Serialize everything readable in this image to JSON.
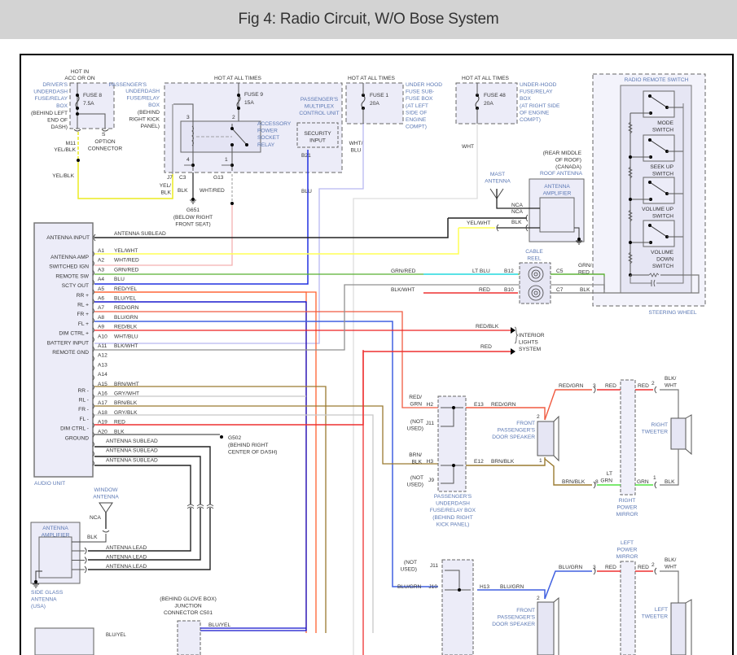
{
  "title": "Fig 4: Radio Circuit, W/O Bose System",
  "colors": {
    "title_bar_bg": "#d3d3d3",
    "component_fill": "#ececf8",
    "label_blue": "#5b78b4",
    "wire_YEL_BLK": "#ecec20",
    "wire_YEL_WHT": "#ffff55",
    "wire_WHT_RED": "#f4b0b0",
    "wire_GRN_RED": "#58b030",
    "wire_BLU": "#2030e0",
    "wire_RED_YEL": "#ff6030",
    "wire_BLU_YEL": "#1010cc",
    "wire_RED_GRN": "#f05a40",
    "wire_BLU_GRN": "#4060e0",
    "wire_RED_BLK": "#ee2020",
    "wire_WHT_BLU": "#b8b8f0",
    "wire_BLK_WHT": "#909090",
    "wire_BRN": "#9a7a30",
    "wire_GRY": "#c8c8c8",
    "wire_RED": "#ee3030",
    "wire_BLK": "#111111",
    "wire_LT_BLU": "#30e0f0",
    "wire_LT_GRN": "#50e040",
    "wire_WHT": "#dddddd"
  },
  "fuse_boxes": {
    "drivers": {
      "hot": "HOT IN ACC OR ON",
      "label": [
        "DRIVER'S",
        "UNDERDASH",
        "FUSE/RELAY",
        "BOX"
      ],
      "location": [
        "(BEHIND LEFT",
        "END OF",
        "DASH)"
      ],
      "fuse": "FUSE 8",
      "rating": "7.5A",
      "connector": "M11",
      "wire": "YEL/BLK",
      "wire2": "YEL/BLK",
      "option_pin": "S",
      "option_label": [
        "OPTION",
        "CONNECTOR"
      ]
    },
    "passengers": {
      "hot": "HOT AT ALL TIMES",
      "label": [
        "PASSENGER'S",
        "UNDERDASH",
        "FUSE/RELAY",
        "BOX"
      ],
      "location": [
        "(BEHIND",
        "RIGHT KICK",
        "PANEL)"
      ],
      "fuse": "FUSE 9",
      "rating": "15A",
      "relay": [
        "ACCESSORY",
        "POWER",
        "SOCKET",
        "RELAY"
      ],
      "pins": [
        "3",
        "2",
        "4",
        "1"
      ],
      "c_j7": "J7",
      "c_c3": "C3",
      "c_g13": "G13",
      "w_yelblk": [
        "YEL/",
        "BLK"
      ],
      "w_blk": "BLK",
      "w_whtred": "WHT/RED",
      "ground": "G651",
      "ground_loc": [
        "(BELOW RIGHT",
        "FRONT SEAT)"
      ],
      "mpcs": [
        "PASSENGER'S",
        "MULTIPLEX",
        "CONTROL UNIT"
      ],
      "security": [
        "SECURITY",
        "INPUT"
      ],
      "b21": "B21",
      "blu": "BLU"
    },
    "underhood_sub": {
      "hot": "HOT AT ALL TIMES",
      "fuse": "FUSE 1",
      "rating": "20A",
      "label": [
        "UNDER HOOD",
        "FUSE SUB-",
        "FUSE BOX",
        "(AT LEFT",
        "SIDE OF",
        "ENGINE",
        "COMPT)"
      ],
      "wire": [
        "WHT/",
        "BLU"
      ]
    },
    "underhood": {
      "hot": "HOT AT ALL TIMES",
      "fuse": "FUSE 48",
      "rating": "20A",
      "label": [
        "UNDER-HOOD",
        "FUSE/RELAY",
        "BOX",
        "(AT RIGHT SIDE",
        "OF ENGINE",
        "COMPT)"
      ],
      "wire": "WHT"
    }
  },
  "roof_antenna": {
    "location": [
      "(REAR MIDDLE",
      "OF ROOF)",
      "(CANADA)"
    ],
    "title": "ROOF ANTENNA",
    "amp": [
      "ANTENNA",
      "AMPLIFIER"
    ],
    "mast": [
      "MAST",
      "ANTENNA"
    ],
    "nca1": "NCA",
    "nca2": "NCA",
    "blk": "BLK",
    "yelwht": "YEL/WHT"
  },
  "remote_switch": {
    "title": "RADIO REMOTE SWITCH",
    "switches": [
      [
        "MODE",
        "SWITCH"
      ],
      [
        "SEEK UP",
        "SWITCH"
      ],
      [
        "VOLUME UP",
        "SWITCH"
      ],
      [
        "VOLUME",
        "DOWN",
        "SWITCH"
      ]
    ],
    "enclosure": "STEERING WHEEL"
  },
  "audio_unit": {
    "label": "AUDIO UNIT",
    "antenna_input": "ANTENNA INPUT",
    "antenna_sublead": "ANTENNA SUBLEAD",
    "functions": [
      "ANTENNA AMP",
      "SWITCHED IGN",
      "REMOTE SW",
      "SCTY OUT",
      "RR +",
      "RL +",
      "FR +",
      "FL +",
      "DIM CTRL +",
      "BATTERY INPUT",
      "REMOTE GND",
      "",
      "",
      "",
      "RR -",
      "RL -",
      "FR -",
      "FL -",
      "DIM CTRL -",
      "GROUND"
    ],
    "pins": [
      "A1",
      "A2",
      "A3",
      "A4",
      "A5",
      "A6",
      "A7",
      "A8",
      "A9",
      "A10",
      "A11",
      "A12",
      "A13",
      "A14",
      "A15",
      "A16",
      "A17",
      "A18",
      "A19",
      "A20"
    ],
    "wires": [
      "YEL/WHT",
      "WHT/RED",
      "GRN/RED",
      "BLU",
      "RED/YEL",
      "BLU/YEL",
      "RED/GRN",
      "BLU/GRN",
      "RED/BLK",
      "WHT/BLU",
      "BLK/WHT",
      "",
      "",
      "",
      "BRN/WHT",
      "GRY/WHT",
      "BRN/BLK",
      "GRY/BLK",
      "RED",
      "BLK"
    ],
    "subleads": [
      "ANTENNA SUBLEAD",
      "ANTENNA SUBLEAD",
      "ANTENNA SUBLEAD"
    ],
    "ground": "G502",
    "ground_loc": [
      "(BEHIND RIGHT",
      "CENTER OF DASH)"
    ]
  },
  "cable_reel": {
    "label": [
      "CABLE",
      "REEL"
    ],
    "grnred": "GRN/RED",
    "ltblu": "LT BLU",
    "b12": "B12",
    "c5": "C5",
    "grnred2": [
      "GRN/",
      "RED"
    ],
    "blkwht": "BLK/WHT",
    "red": "RED",
    "b10": "B10",
    "c7": "C7",
    "blk": "BLK"
  },
  "interior_lights": {
    "redblk": "RED/BLK",
    "red": "RED",
    "label": [
      "INTERIOR",
      "LIGHTS",
      "SYSTEM"
    ]
  },
  "right_side": {
    "junction": {
      "h2": "H2",
      "redgrn_in": [
        "RED/",
        "GRN"
      ],
      "j11": "J11",
      "not_used1": [
        "(NOT",
        "USED)"
      ],
      "h3": "H3",
      "brnblk_in": [
        "BRN/",
        "BLK"
      ],
      "j9": "J9",
      "not_used2": [
        "(NOT",
        "USED)"
      ],
      "e13": "E13",
      "e12": "E12",
      "redgrn": "RED/GRN",
      "brnblk": "BRN/BLK",
      "label": [
        "PASSENGER'S",
        "UNDERDASH",
        "FUSE/RELAY BOX",
        "(BEHIND RIGHT",
        "KICK PANEL)"
      ]
    },
    "speaker": {
      "label": [
        "FRONT",
        "PASSENGER'S",
        "DOOR SPEAKER"
      ],
      "pin2": "2",
      "pin1": "1"
    },
    "mirror": {
      "redgrn": "RED/GRN",
      "p3": "3",
      "red1": "RED",
      "red2": "RED",
      "p2": "2",
      "blkwht": [
        "BLK/",
        "WHT"
      ],
      "brnblk": "BRN/BLK",
      "p8": "8",
      "ltgrn": [
        "LT",
        "GRN"
      ],
      "grn": "GRN",
      "p1": "1",
      "blk": "BLK",
      "label": [
        "RIGHT",
        "POWER",
        "MIRROR"
      ],
      "tweeter": [
        "RIGHT",
        "TWEETER"
      ]
    }
  },
  "left_side": {
    "junction": {
      "j11": "J11",
      "not_used": [
        "(NOT",
        "USED)"
      ],
      "j10": "J10",
      "blugrn_in": "BLU/GRN",
      "h13": "H13",
      "blugrn": "BLU/GRN"
    },
    "speaker": {
      "label": [
        "FRONT",
        "PASSENGER'S",
        "DOOR SPEAKER"
      ],
      "pin2": "2"
    },
    "mirror": {
      "blugrn": "BLU/GRN",
      "p3": "3",
      "red1": "RED",
      "red2": "RED",
      "p2": "2",
      "blkwht": [
        "BLK/",
        "WHT"
      ],
      "label": [
        "LEFT",
        "POWER",
        "MIRROR"
      ],
      "tweeter": [
        "LEFT",
        "TWEETER"
      ]
    }
  },
  "side_glass": {
    "window": [
      "WINDOW",
      "ANTENNA"
    ],
    "nca": "NCA",
    "blk": "BLK",
    "amp": [
      "ANTENNA",
      "AMPLIFIER"
    ],
    "leads": [
      "ANTENNA LEAD",
      "ANTENNA LEAD",
      "ANTENNA LEAD"
    ],
    "label": [
      "SIDE GLASS",
      "ANTENNA",
      "(USA)"
    ]
  },
  "junction_c501": {
    "label": [
      "(BEHIND GLOVE BOX)",
      "JUNCTION",
      "CONNECTOR C501"
    ],
    "bluyel": "BLU/YEL",
    "bluyel2": "BLU/YEL"
  }
}
